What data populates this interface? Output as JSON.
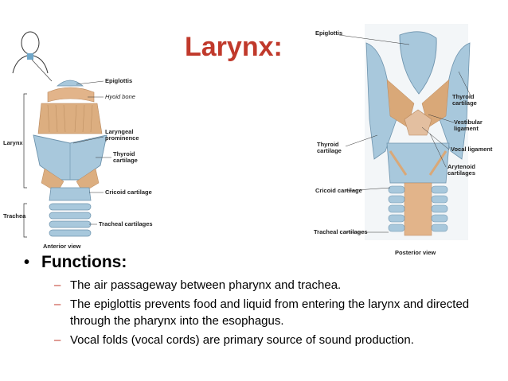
{
  "slide": {
    "title": "Larynx:",
    "bullet_heading": "Functions:",
    "sub_bullets": [
      "The air passageway between pharynx and trachea.",
      "The epiglottis prevents food and liquid from entering the larynx and directed through the pharynx into the esophagus.",
      "Vocal folds (vocal cords) are primary source of sound production."
    ]
  },
  "left_figure": {
    "labels": {
      "epiglottis": "Epiglottis",
      "hyoid": "Hyoid bone",
      "laryngeal1": "Laryngeal",
      "laryngeal2": "prominence",
      "thyroid1": "Thyroid",
      "thyroid2": "cartilage",
      "cricoid": "Cricoid cartilage",
      "larynx": "Larynx",
      "trachea": "Trachea",
      "tracheal": "Tracheal cartilages",
      "view": "Anterior view"
    }
  },
  "right_figure": {
    "labels": {
      "epiglottis": "Epiglottis",
      "thyroid1": "Thyroid",
      "thyroid2": "cartilage",
      "vestibular1": "Vestibular",
      "vestibular2": "ligament",
      "thyroid_l1": "Thyroid",
      "thyroid_l2": "cartilage",
      "vocal": "Vocal ligament",
      "arytenoid1": "Arytenoid",
      "arytenoid2": "cartilages",
      "cricoid": "Cricoid cartilage",
      "tracheal": "Tracheal cartilages",
      "view": "Posterior view"
    }
  },
  "colors": {
    "title": "#c0392b",
    "cartilage": "#a8c8dc",
    "muscle": "#d9a878",
    "dash": "#c0392b"
  }
}
